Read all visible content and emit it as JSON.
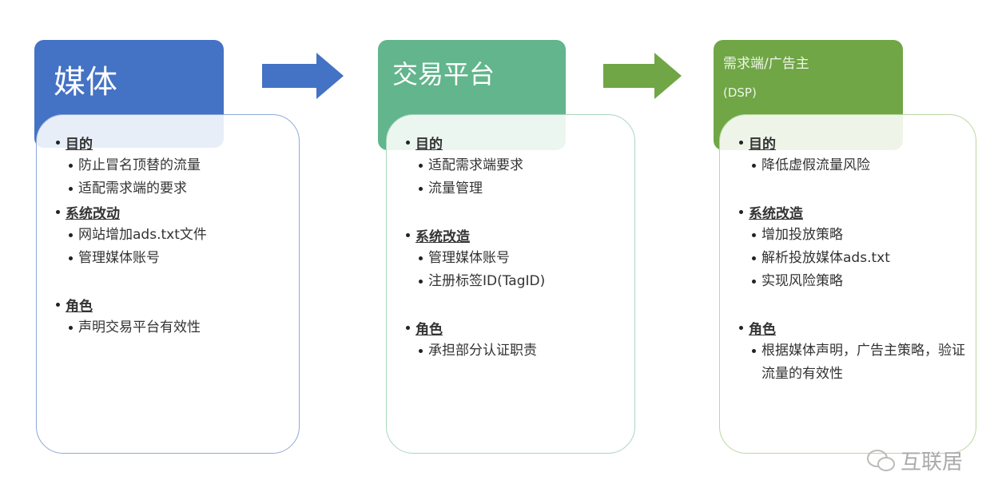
{
  "colors": {
    "media": "#4472c4",
    "exchange": "#62b58c",
    "dsp": "#70a646"
  },
  "cards": [
    {
      "title": "媒体",
      "sections": [
        {
          "heading": "目的",
          "items": [
            "防止冒名顶替的流量",
            "适配需求端的要求"
          ]
        },
        {
          "heading": "系统改动",
          "items": [
            "网站增加ads.txt文件",
            "管理媒体账号"
          ]
        },
        {
          "heading": "角色",
          "items": [
            "声明交易平台有效性"
          ]
        }
      ]
    },
    {
      "title": "交易平台",
      "sections": [
        {
          "heading": "目的",
          "items": [
            "适配需求端要求",
            "流量管理"
          ]
        },
        {
          "heading": "系统改造",
          "items": [
            "管理媒体账号",
            "注册标签ID(TagID)"
          ]
        },
        {
          "heading": "角色",
          "items": [
            "承担部分认证职责"
          ]
        }
      ]
    },
    {
      "title": "需求端/广告主",
      "subtitle": "(DSP)",
      "sections": [
        {
          "heading": "目的",
          "items": [
            "降低虚假流量风险"
          ]
        },
        {
          "heading": "系统改造",
          "items": [
            "增加投放策略",
            "解析投放媒体ads.txt",
            "实现风险策略"
          ]
        },
        {
          "heading": "角色",
          "items": [
            "根据媒体声明，广告主策略，验证流量的有效性"
          ]
        }
      ]
    }
  ],
  "watermark": "互联居"
}
